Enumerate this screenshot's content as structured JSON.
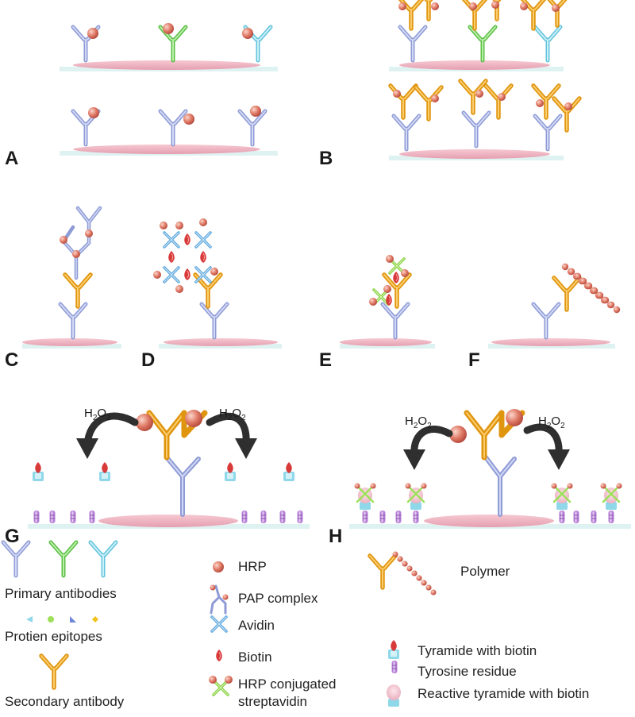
{
  "panels": {
    "a": "A",
    "b": "B",
    "c": "C",
    "d": "D",
    "e": "E",
    "f": "F",
    "g": "G",
    "h": "H"
  },
  "reagent": {
    "h2o2_main": "H",
    "h2o2_sub1": "2",
    "h2o2_mid": "O",
    "h2o2_sub2": "2"
  },
  "legend": {
    "primary_antibodies": "Primary antibodies",
    "protein_epitopes": "Protien epitopes",
    "secondary_antibody": "Secondary antibody",
    "hrp": "HRP",
    "pap_complex": "PAP complex",
    "avidin": "Avidin",
    "biotin": "Biotin",
    "hrp_streptavidin_line1": "HRP conjugated",
    "hrp_streptavidin_line2": "streptavidin",
    "polymer": "Polymer",
    "tyramide_biotin": "Tyramide with biotin",
    "tyrosine_residue": "Tyrosine residue",
    "reactive_tyramide": "Reactive tyramide with biotin"
  },
  "colors": {
    "primary_blue": "#a9b4e6",
    "primary_green": "#7fd36a",
    "primary_cyan": "#8fd8ea",
    "secondary_gold": "#f2a61c",
    "hrp_red": "#d9614e",
    "biotin_red": "#d83a3a",
    "avidin_blue": "#6aaee0",
    "tissue_pink": "#f0b7c3",
    "slide": "#dff2f2",
    "tyrosine_purple": "#b07cd0",
    "streptavidin_green": "#9ee05a"
  }
}
